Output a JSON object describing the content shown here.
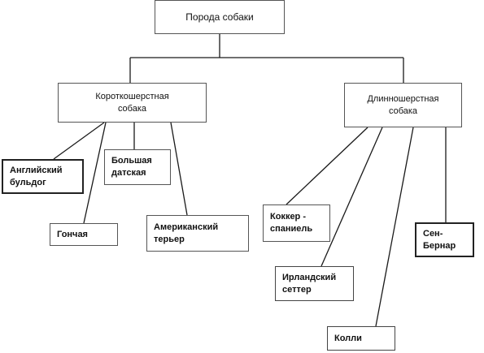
{
  "diagram": {
    "root": {
      "label": "Порода собаки"
    },
    "groups": [
      {
        "id": "short",
        "line1": "Короткошерстная",
        "line2": "собака",
        "breeds": [
          {
            "id": "bulldog",
            "line1": "Английский",
            "line2": "бульдог"
          },
          {
            "id": "greatdane",
            "line1": "Большая",
            "line2": "датская"
          },
          {
            "id": "hound",
            "line1": "Гончая"
          },
          {
            "id": "terrier",
            "line1": "Американский",
            "line2": "терьер"
          }
        ]
      },
      {
        "id": "long",
        "line1": "Длинношерстная",
        "line2": "собака",
        "breeds": [
          {
            "id": "cocker",
            "line1": "Коккер -",
            "line2": "спаниель"
          },
          {
            "id": "setter",
            "line1": "Ирландский",
            "line2": "сеттер"
          },
          {
            "id": "collie",
            "line1": "Колли"
          },
          {
            "id": "bernard",
            "line1": "Сен-",
            "line2": "Бернар"
          }
        ]
      }
    ]
  }
}
